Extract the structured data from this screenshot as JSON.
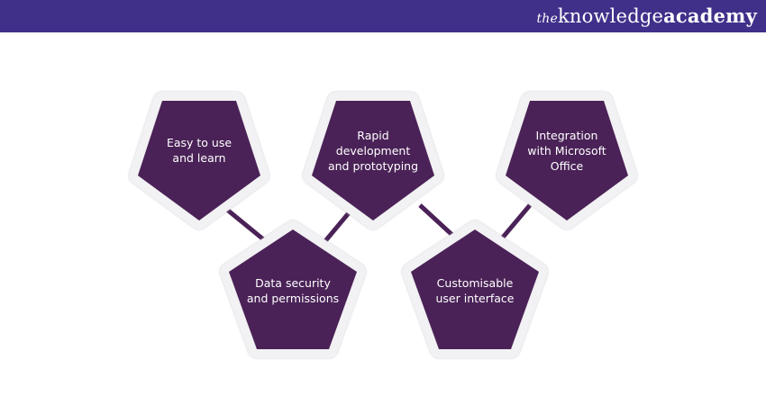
{
  "brand": {
    "prefix": "the",
    "name": "knowledge",
    "suffix": "academy"
  },
  "colors": {
    "header": "#40308a",
    "pentagon": "#4a2257",
    "border": "#f2f1f3"
  },
  "features": [
    {
      "label": "Easy to use and learn",
      "lines": [
        "Easy to use",
        "and learn"
      ]
    },
    {
      "label": "Rapid development and prototyping",
      "lines": [
        "Rapid",
        "development",
        "and prototyping"
      ]
    },
    {
      "label": "Integration with Microsoft Office",
      "lines": [
        "Integration",
        "with Microsoft",
        "Office"
      ]
    },
    {
      "label": "Data security and permissions",
      "lines": [
        "Data security",
        "and permissions"
      ]
    },
    {
      "label": "Customisable user interface",
      "lines": [
        "Customisable",
        "user interface"
      ]
    }
  ]
}
